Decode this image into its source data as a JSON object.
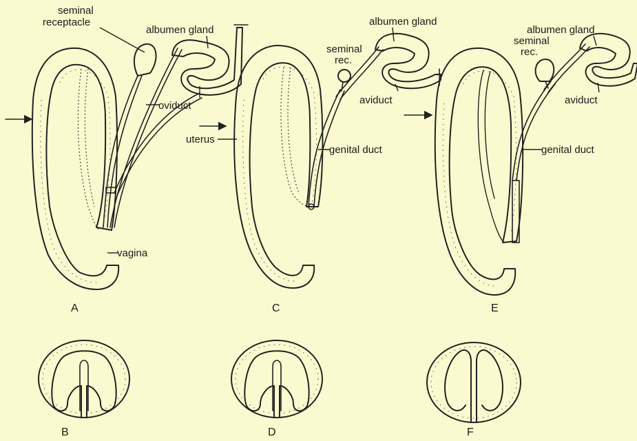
{
  "panel_a": {
    "letter": "A",
    "seminal_receptacle": [
      "seminal",
      "receptacle"
    ],
    "albumen_gland": "albumen gland",
    "oviduct": "oviduct",
    "vagina": "vagina"
  },
  "panel_c": {
    "letter": "C",
    "seminal_rec": [
      "seminal",
      "rec."
    ],
    "albumen_gland": "albumen gland",
    "aviduct": "aviduct",
    "uterus": "uterus",
    "genital_duct": "genital duct"
  },
  "panel_e": {
    "letter": "E",
    "albumen_gland": "albumen gland",
    "seminal_rec": [
      "seminal",
      "rec."
    ],
    "aviduct": "aviduct",
    "genital_duct": "genital duct"
  },
  "sections": {
    "b": "B",
    "d": "D",
    "f": "F"
  }
}
